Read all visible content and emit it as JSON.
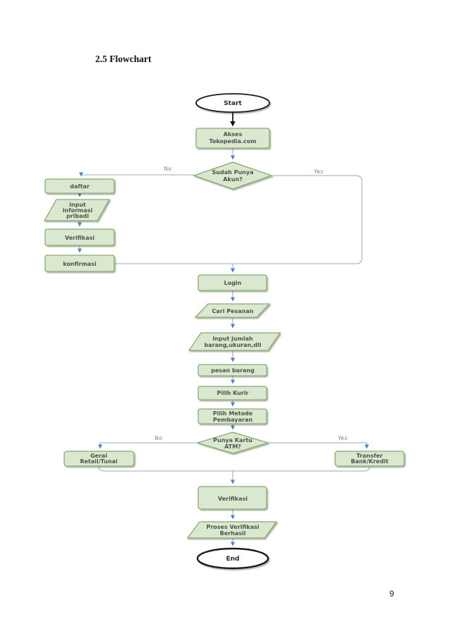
{
  "page": {
    "section_title": "2.5 Flowchart",
    "page_number": "9"
  },
  "colors": {
    "node_fill": "#dbe8d0",
    "node_border": "#85aa6c",
    "connector": "#9aa8ba",
    "arrowhead": "#4f81bd",
    "terminator_fill": "#ffffff",
    "terminator_border": "#1a1a1a"
  },
  "flowchart": {
    "nodes": {
      "start": {
        "label": "Start"
      },
      "akses": {
        "line1": "Akses",
        "line2": "Tokopedia.com"
      },
      "sudah_punya_akun": {
        "line1": "Sudah Punya",
        "line2": "Akun?"
      },
      "daftar": {
        "label": "daftar"
      },
      "input_informasi": {
        "line1": "input",
        "line2": "informasi",
        "line3": "pribadi"
      },
      "verifikasi_akun": {
        "label": "Verifikasi"
      },
      "konfirmasi": {
        "label": "konfirmasi"
      },
      "login": {
        "label": "Login"
      },
      "cari_pesanan": {
        "label": "Cari Pesanan"
      },
      "input_jumlah": {
        "line1": "Input jumlah",
        "line2": "barang,ukuran,dll"
      },
      "pesan_barang": {
        "label": "pesan barang"
      },
      "pilih_kurir": {
        "label": "Pilih Kurir"
      },
      "pilih_metode": {
        "line1": "Pilih Metode",
        "line2": "Pembayaran"
      },
      "punya_kartu_atm": {
        "line1": "Punya Kartu",
        "line2": "ATM?"
      },
      "gerai_retail": {
        "line1": "Gerai",
        "line2": "Retail/Tunai"
      },
      "transfer_bank": {
        "line1": "Transfer",
        "line2": "Bank/Kredit"
      },
      "verifikasi_pembayaran": {
        "label": "Verifikasi"
      },
      "proses_verifikasi": {
        "line1": "Proses Verifikasi",
        "line2": "Berhasil"
      },
      "end": {
        "label": "End"
      }
    },
    "edge_labels": {
      "akun_no": "No",
      "akun_yes": "Yes",
      "atm_no": "No",
      "atm_yes": "Yes"
    }
  }
}
